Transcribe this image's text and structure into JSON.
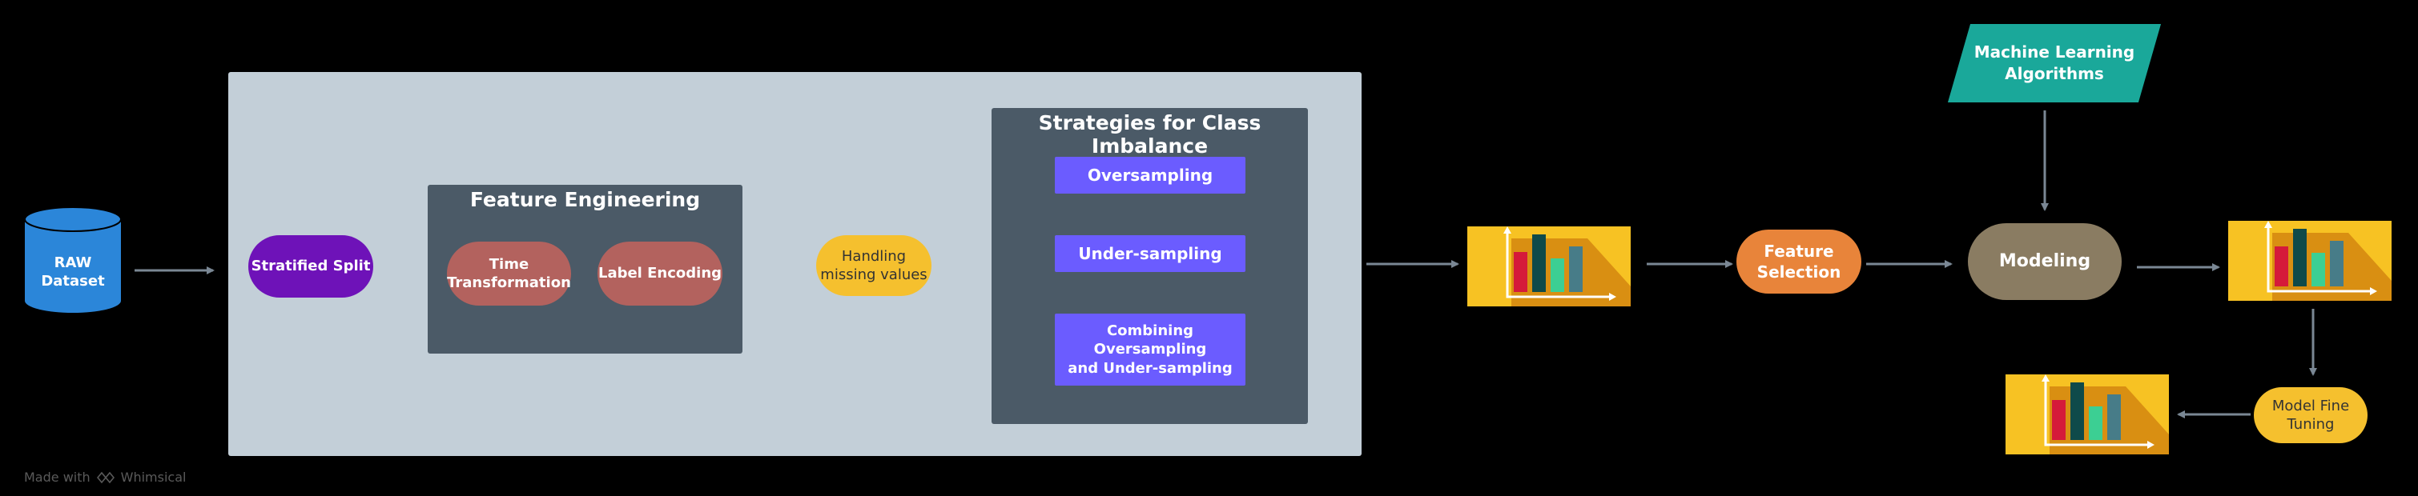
{
  "nodes": {
    "raw_dataset": "RAW\nDataset",
    "stratified_split": "Stratified Split",
    "feature_engineering_title": "Feature Engineering",
    "time_transformation": "Time\nTransformation",
    "label_encoding": "Label Encoding",
    "handling_missing": "Handling\nmissing values",
    "class_imbalance_title": "Strategies for Class Imbalance",
    "oversampling": "Oversampling",
    "undersampling": "Under-sampling",
    "combining": "Combining Oversampling\nand Under-sampling",
    "feature_selection": "Feature\nSelection",
    "ml_algorithms": "Machine Learning\nAlgorithms",
    "modeling": "Modeling",
    "model_fine_tuning": "Model Fine\nTuning"
  },
  "watermark": {
    "made_with": "Made with",
    "brand": "Whimsical"
  },
  "colors": {
    "background": "#000000",
    "panel": "#c3cfd8",
    "group_box": "#4b5a67",
    "raw_dataset": "#2b86d9",
    "stratified_split": "#6e12b8",
    "feature_pills": "#b3625e",
    "handling_missing": "#f5c02e",
    "imbalance_buttons": "#6b5cff",
    "feature_selection": "#e8843a",
    "ml_algorithms": "#1aa89a",
    "modeling": "#8a7c62",
    "model_fine_tuning": "#f5c02e",
    "chart_background": "#f7c223",
    "arrow": "#7a8794"
  },
  "icons": [
    "database-cylinder-icon",
    "bar-chart-icon"
  ]
}
